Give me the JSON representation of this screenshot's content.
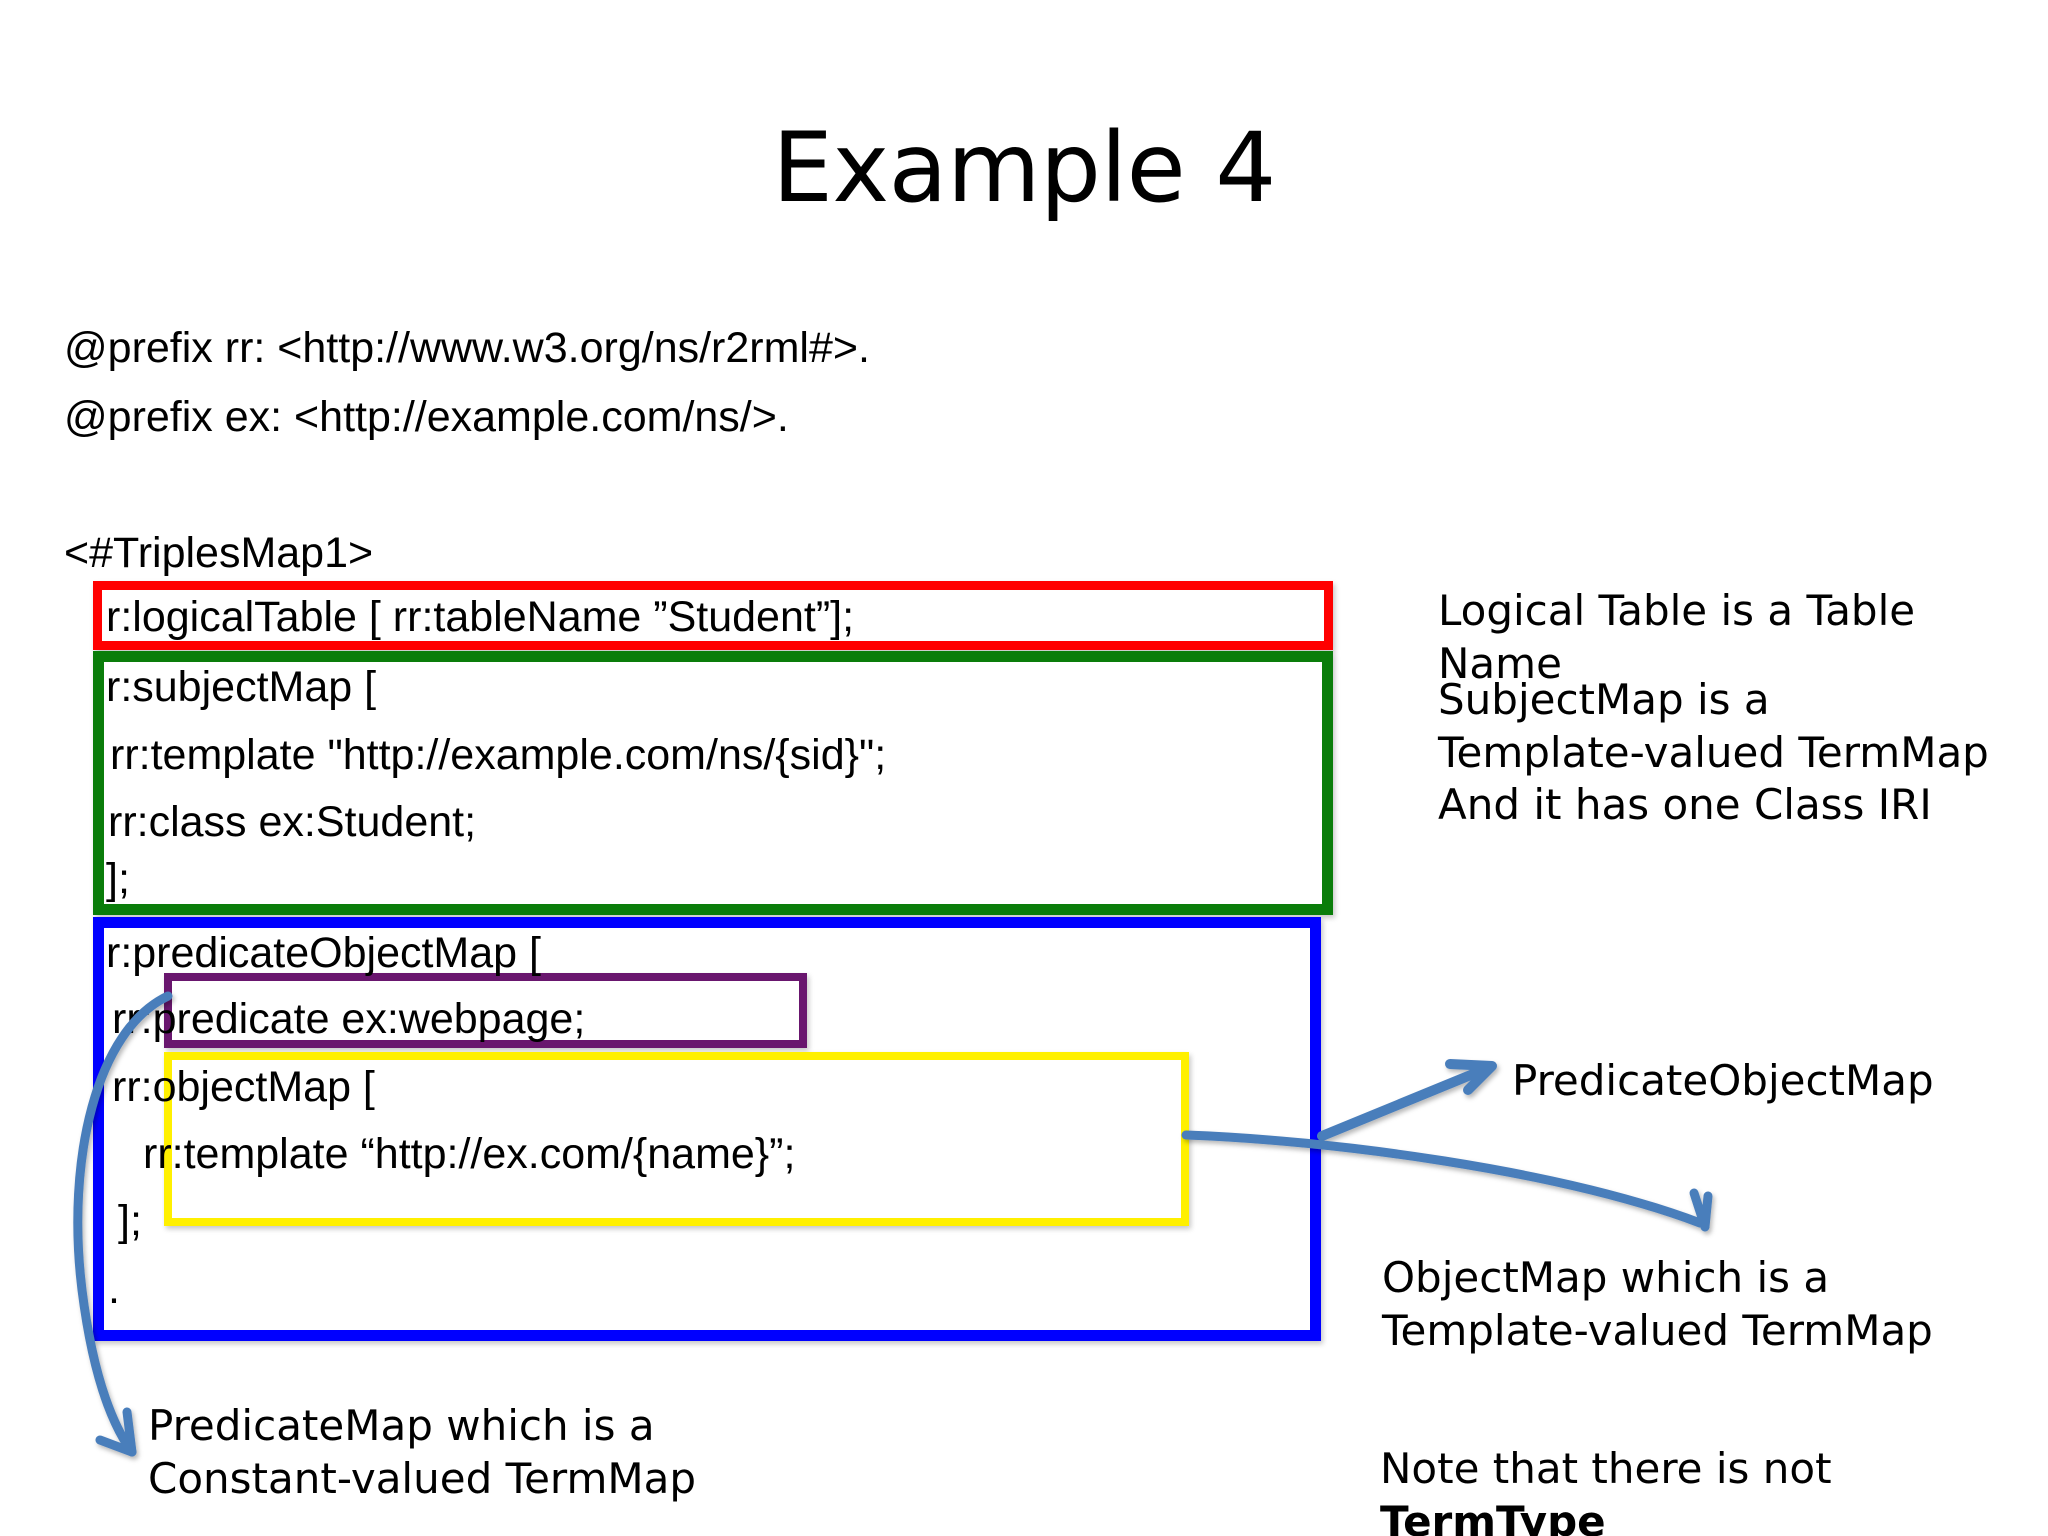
{
  "slide": {
    "title": "Example 4",
    "background_color": "#ffffff"
  },
  "prefixes": [
    "@prefix rr: <http://www.w3.org/ns/r2rml#>.",
    "@prefix ex: <http://example.com/ns/>."
  ],
  "triples_map_header": "<#TriplesMap1>",
  "code": {
    "logical_table": "r:logicalTable [ rr:tableName ”Student”];",
    "subject_map": "r:subjectMap [",
    "template_subject": "rr:template \"http://example.com/ns/{sid}\";",
    "class_statement": "rr:class ex:Student;",
    "subject_close": "];",
    "predicate_object_map": "r:predicateObjectMap [",
    "predicate": "rr:predicate ex:webpage;",
    "object_map": "rr:objectMap [",
    "template_object": "rr:template “http://ex.com/{name}”;",
    "object_close": "];",
    "statement_end": "."
  },
  "highlight_boxes": [
    {
      "name": "logical-table",
      "color": "#FF0000"
    },
    {
      "name": "subject-map",
      "color": "#0A7D0A"
    },
    {
      "name": "predicate-object-map",
      "color": "#0000FF"
    },
    {
      "name": "predicate-map",
      "color": "#69166E"
    },
    {
      "name": "object-map",
      "color": "#FFF000"
    }
  ],
  "annotations": {
    "logical_table": "Logical Table is a Table Name",
    "subject_map": "SubjectMap is a\nTemplate-valued TermMap\nAnd it has one Class IRI",
    "predicate_object_map": "PredicateObjectMap",
    "object_map": "ObjectMap which is a\nTemplate-valued TermMap",
    "predicate_map": "PredicateMap which is a\nConstant-valued TermMap",
    "term_type_note_prefix": "Note that there is not ",
    "term_type_note_emphasis": "TermType"
  },
  "arrow_color": "#4A7EBB"
}
